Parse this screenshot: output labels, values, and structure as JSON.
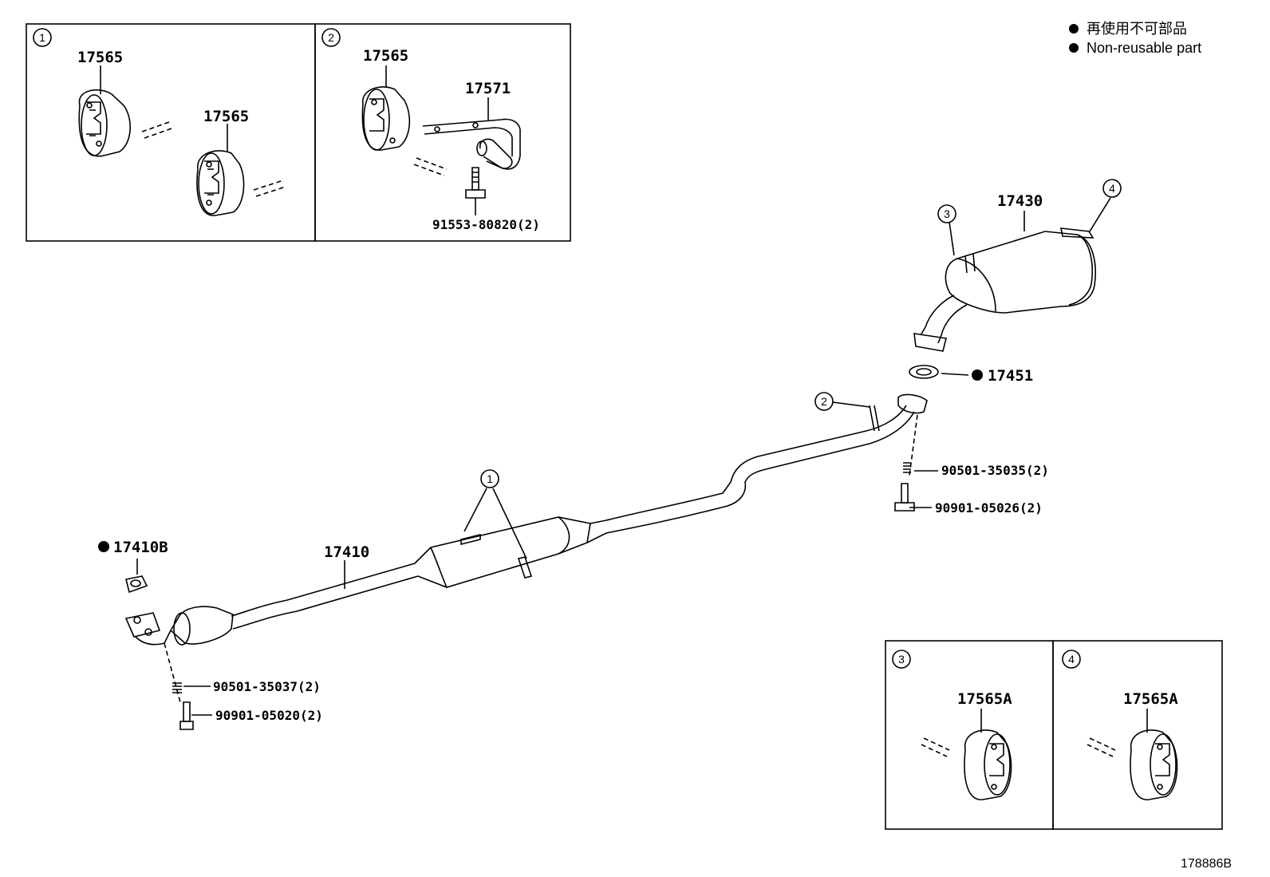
{
  "legend": {
    "marker_icon": "filled-circle",
    "line_jp": "再使用不可部品",
    "line_en": "Non-reusable part"
  },
  "diagram_id": "178886B",
  "insets": [
    {
      "number": "1",
      "labels": [
        "17565",
        "17565"
      ]
    },
    {
      "number": "2",
      "labels": [
        "17565",
        "17571",
        "91553-80820(2)"
      ]
    },
    {
      "number": "3",
      "labels": [
        "17565A"
      ]
    },
    {
      "number": "4",
      "labels": [
        "17565A"
      ]
    }
  ],
  "callouts": {
    "c1": "1",
    "c2": "2",
    "c3": "3",
    "c4": "4"
  },
  "parts": {
    "muffler": "17430",
    "gasket_rear": "17451",
    "spring_rear": "90501-35035(2)",
    "bolt_rear": "90901-05026(2)",
    "front_pipe": "17410",
    "gasket_front": "17410B",
    "spring_front": "90501-35037(2)",
    "bolt_front": "90901-05020(2)"
  },
  "colors": {
    "line": "#000000",
    "background": "#ffffff",
    "fill": "#ffffff"
  }
}
